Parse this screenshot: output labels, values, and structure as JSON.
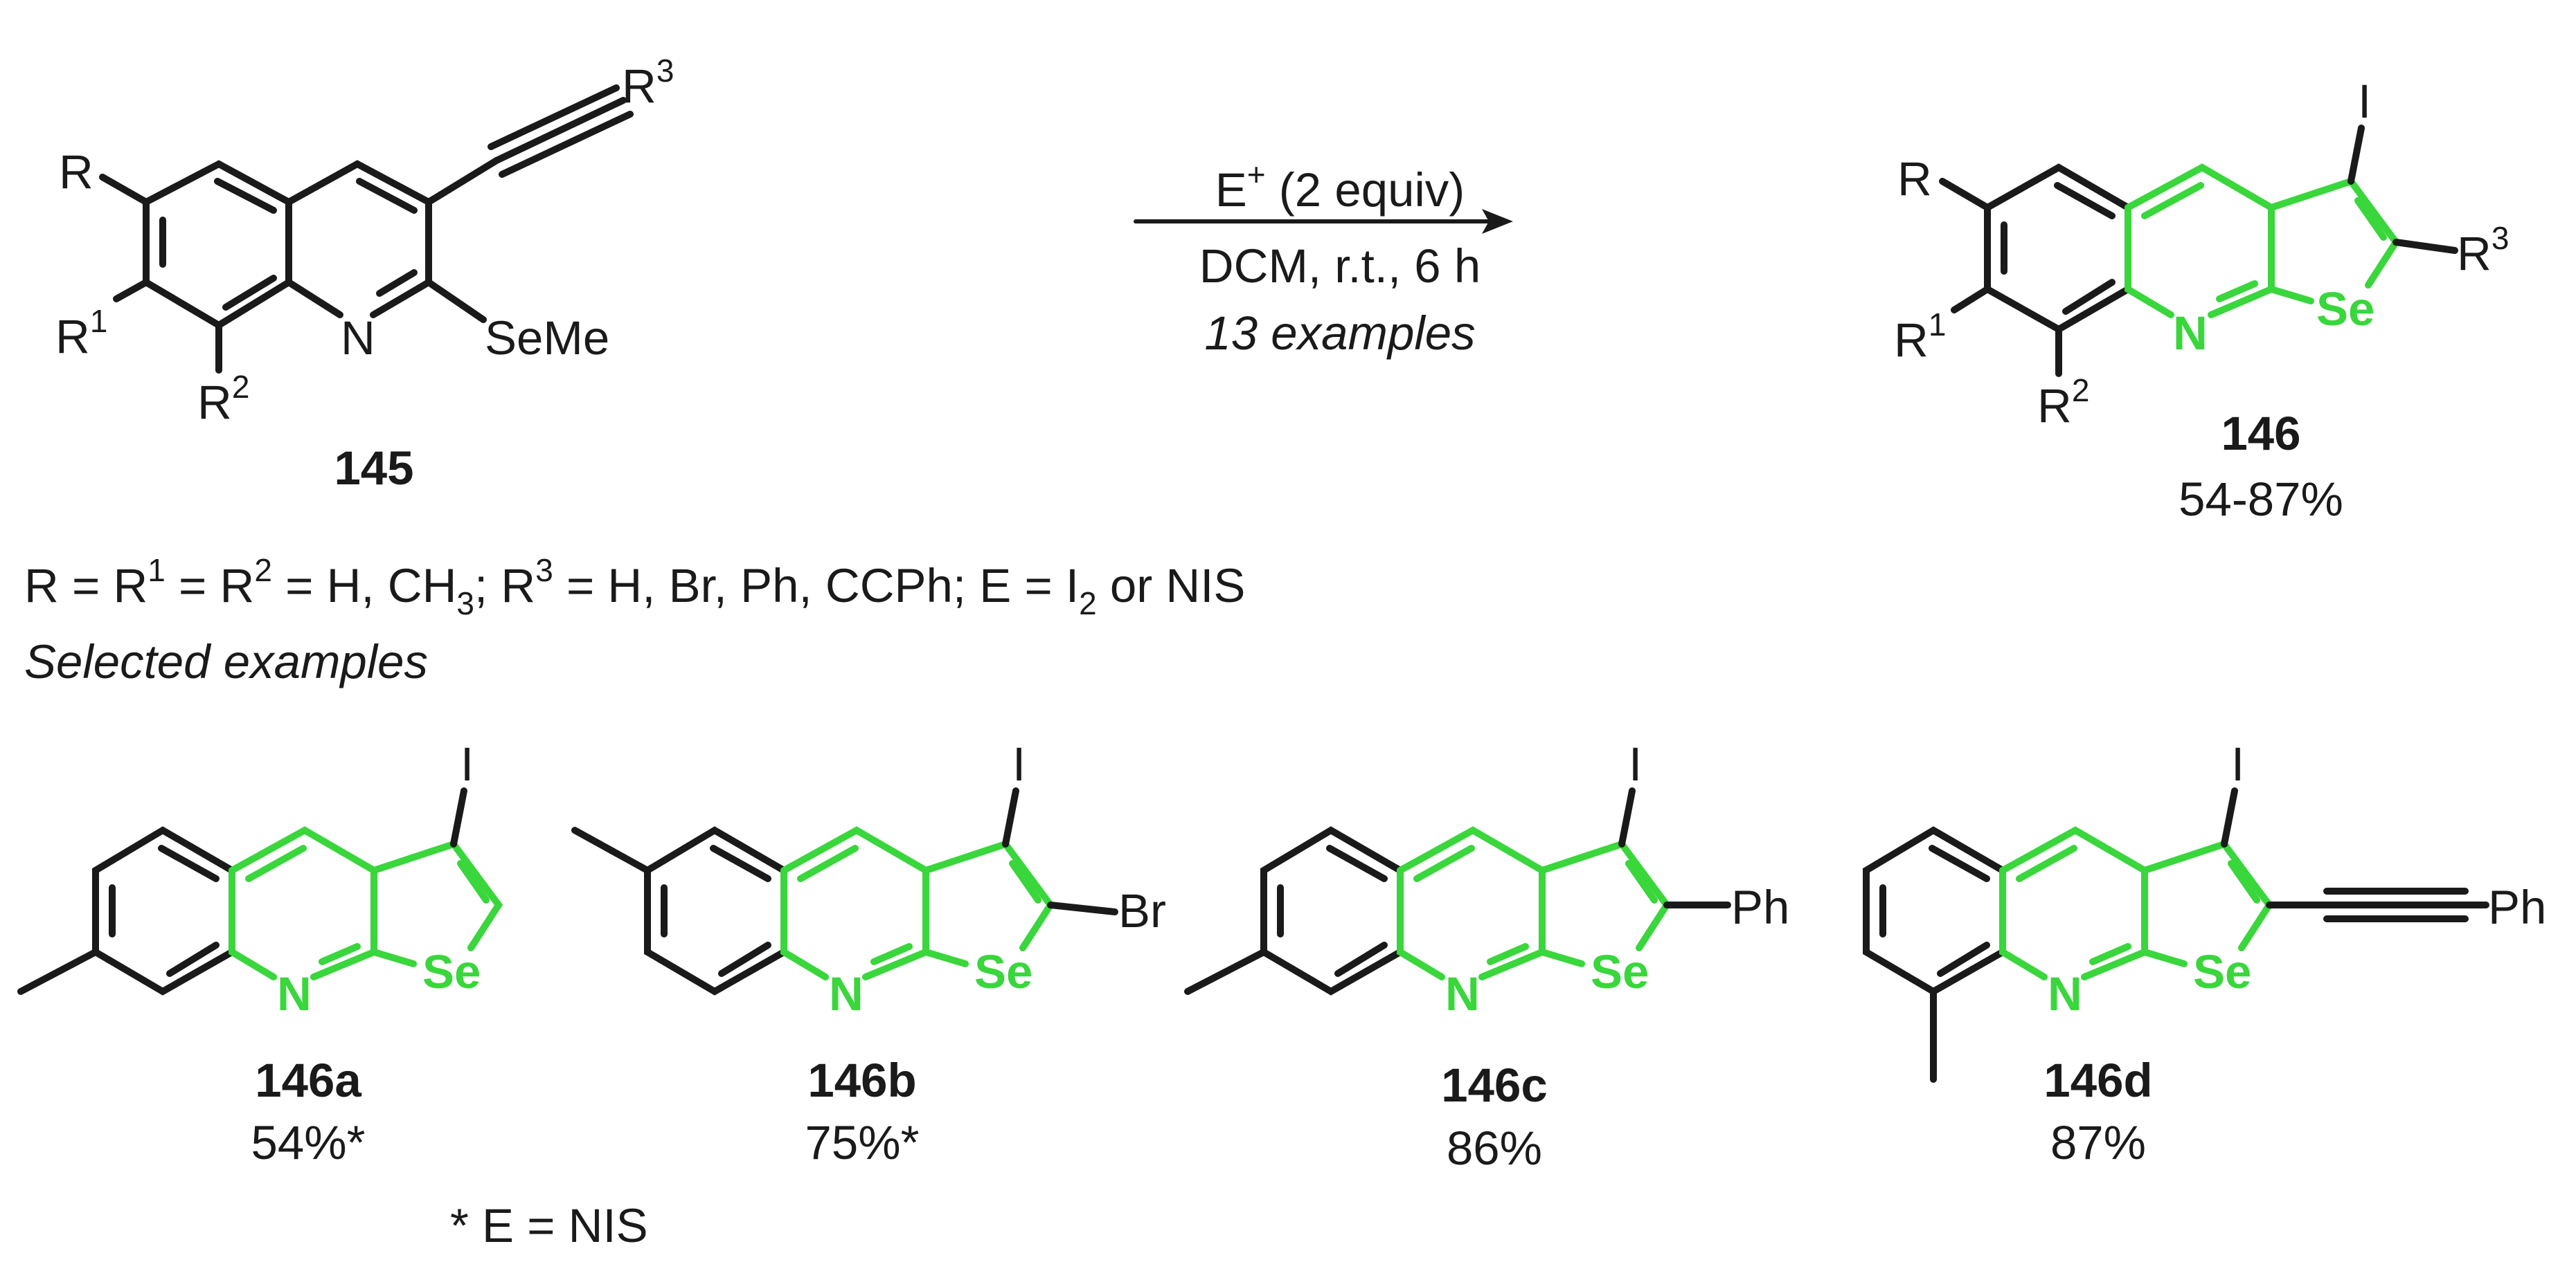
{
  "colors": {
    "bond": "#1a1a1a",
    "highlight": "#39d63c"
  },
  "reactant": {
    "substituents": {
      "r": "R",
      "r1": "R",
      "r1_sup": "1",
      "r2": "R",
      "r2_sup": "2",
      "r3": "R",
      "r3_sup": "3",
      "n": "N",
      "seme": "SeMe"
    },
    "label": "145"
  },
  "conditions": {
    "line1": "E",
    "line1_sup": "+",
    "line1_rest": " (2 equiv)",
    "line2": "DCM, r.t., 6 h",
    "line3": "13 examples"
  },
  "product": {
    "substituents": {
      "i": "I",
      "r": "R",
      "r1": "R",
      "r1_sup": "1",
      "r2": "R",
      "r2_sup": "2",
      "r3": "R",
      "r3_sup": "3",
      "n": "N",
      "se": "Se"
    },
    "label": "146",
    "yield": "54-87%"
  },
  "definition": {
    "p1": "R = R",
    "p1_sup": "1",
    "p2": " = R",
    "p2_sup": "2",
    "p3": " = H, CH",
    "p3_sub": "3",
    "p4": "; R",
    "p4_sup": "3",
    "p5": " = H, Br, Ph, CCPh; E = I",
    "p5_sub": "2",
    "p6": " or NIS"
  },
  "selected_heading": "Selected examples",
  "examples": [
    {
      "id": "146a",
      "yield": "54%*",
      "atoms": {
        "i": "I",
        "n": "N",
        "se": "Se"
      }
    },
    {
      "id": "146b",
      "yield": "75%*",
      "atoms": {
        "i": "I",
        "n": "N",
        "se": "Se",
        "sub": "Br"
      }
    },
    {
      "id": "146c",
      "yield": "86%",
      "atoms": {
        "i": "I",
        "n": "N",
        "se": "Se",
        "sub": "Ph"
      }
    },
    {
      "id": "146d",
      "yield": "87%",
      "atoms": {
        "i": "I",
        "n": "N",
        "se": "Se",
        "sub": "Ph"
      }
    }
  ],
  "footnote": "* E = NIS"
}
